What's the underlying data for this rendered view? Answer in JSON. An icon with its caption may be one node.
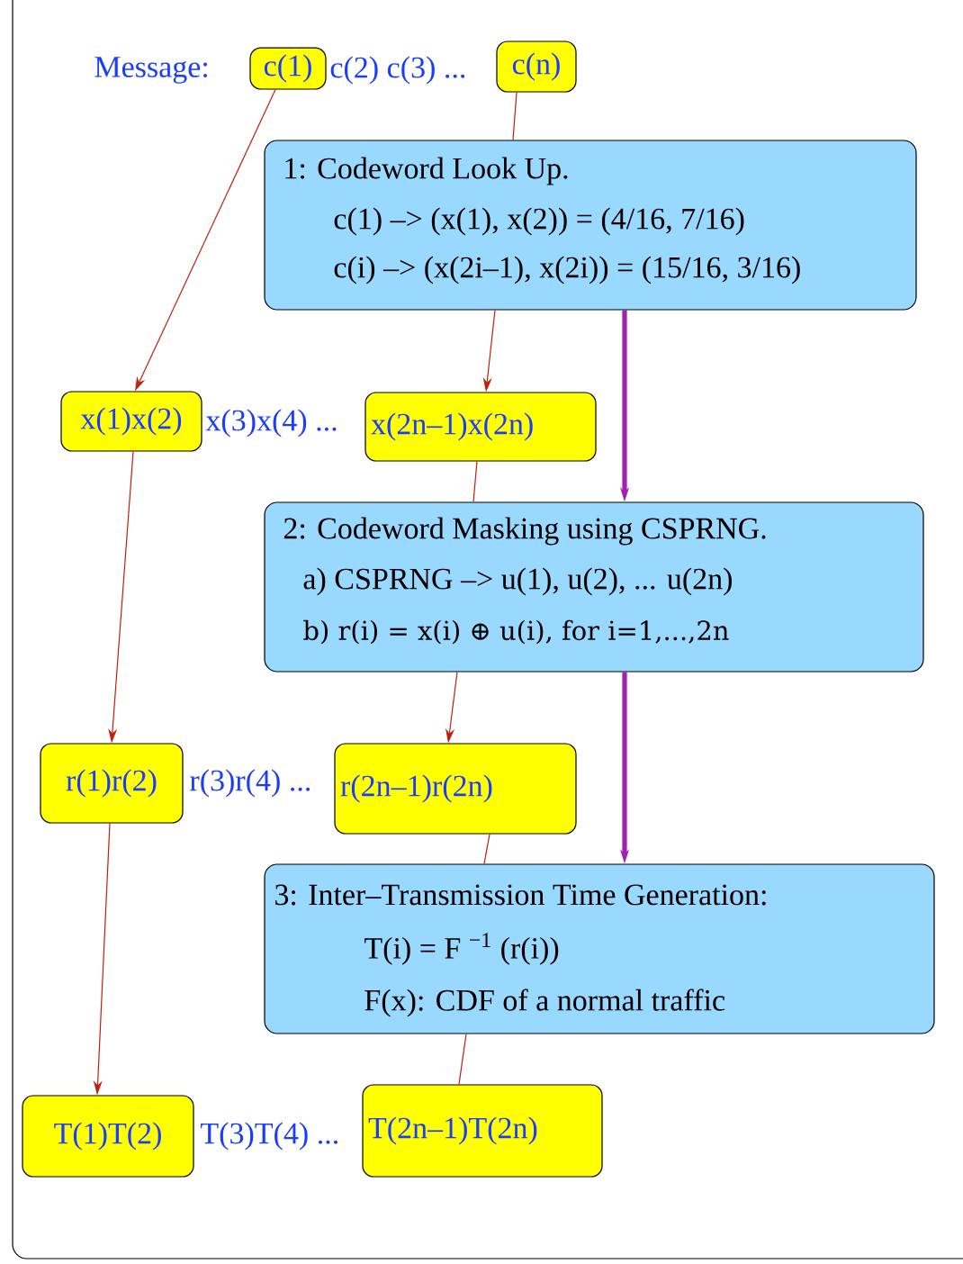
{
  "diagram": {
    "nodes": [
      {
        "text": [
          "c(1)"
        ]
      },
      {
        "text": [
          "c(n)"
        ]
      },
      {
        "text": [
          "1: Codeword Look Up.",
          "c(1) –> (x(1), x(2))  = (4/16, 7/16)",
          "c(i) –> (x(2i–1), x(2i))  = (15/16, 3/16)"
        ]
      },
      {
        "text": [
          "x(1)x(2)"
        ]
      },
      {
        "text": [
          "x(2n–1)x(2n)"
        ]
      },
      {
        "text": [
          "2: Codeword Masking using CSPRNG.",
          "a) CSPRNG –> u(1), u(2), ... u(2n)",
          "b)  r(i) = x(i) ⊕ u(i), for i=1,...,2n"
        ]
      },
      {
        "text": [
          "r(1)r(2)"
        ]
      },
      {
        "text": [
          "r(2n–1)r(2n)"
        ]
      },
      {
        "text": [
          "3: Inter–Transmission Time Generation:",
          "T(i) = F $^{−1}$ (r(i))",
          "F(x): CDF of a normal traffic"
        ]
      },
      {
        "text": [
          "T(1)T(2)"
        ]
      },
      {
        "text": [
          "T(2n–1)T(2n)"
        ]
      }
    ],
    "edges": [
      {
        "from": 0,
        "to": 3,
        "arrow": "to"
      },
      {
        "from": 1,
        "to": 2,
        "arrow": "none"
      },
      {
        "from": 2,
        "to": 4,
        "arrow": "to"
      },
      {
        "from": 3,
        "to": 6,
        "arrow": "to"
      },
      {
        "from": 4,
        "to": 5,
        "arrow": "none"
      },
      {
        "from": 5,
        "to": 7,
        "arrow": "to"
      },
      {
        "from": 6,
        "to": 9,
        "arrow": "to"
      },
      {
        "from": 7,
        "to": 8,
        "arrow": "none"
      },
      {
        "from": 8,
        "to": 10,
        "arrow": "none"
      },
      {
        "from": 2,
        "to": 5,
        "arrow": "to",
        "style": "thick",
        "color": "#a020b0"
      },
      {
        "from": 5,
        "to": 8,
        "arrow": "to",
        "style": "thick",
        "color": "#a020b0"
      }
    ],
    "labels": [
      "Message:",
      "c(2) c(3) ...",
      "x(3)x(4) ...",
      "r(3)r(4) ...",
      "T(3)T(4) ..."
    ]
  }
}
